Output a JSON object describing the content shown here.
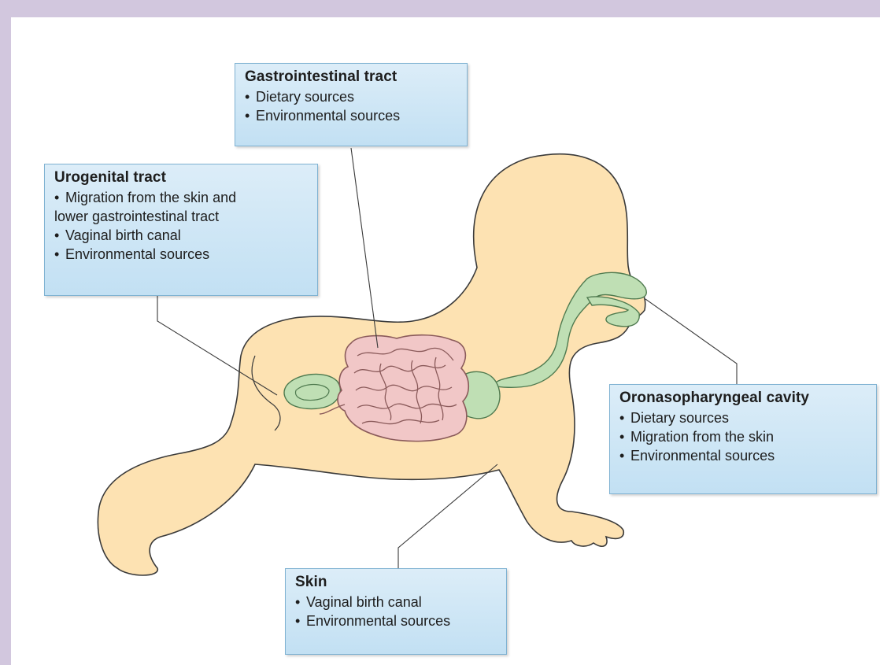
{
  "colors": {
    "frame": "#d2c7de",
    "body_fill": "#fde2b2",
    "body_stroke": "#3a3a3a",
    "intestine_fill": "#f1c7c7",
    "intestine_stroke": "#8a5a5a",
    "organ_fill": "#bfdfb4",
    "box_fill": "#cfe7f6",
    "box_border": "#7fb2d2"
  },
  "labels": {
    "gastrointestinal": {
      "title": "Gastrointestinal tract",
      "items": [
        "Dietary sources",
        "Environmental sources"
      ]
    },
    "urogenital": {
      "title": "Urogenital tract",
      "items": [
        "Migration from the skin and",
        "lower gastrointestinal tract",
        "Vaginal birth canal",
        "Environmental sources"
      ]
    },
    "oronasopharyngeal": {
      "title": "Oronasopharyngeal cavity",
      "items": [
        "Dietary sources",
        "Migration from the skin",
        "Environmental sources"
      ]
    },
    "skin": {
      "title": "Skin",
      "items": [
        "Vaginal birth canal",
        "Environmental sources"
      ]
    }
  }
}
